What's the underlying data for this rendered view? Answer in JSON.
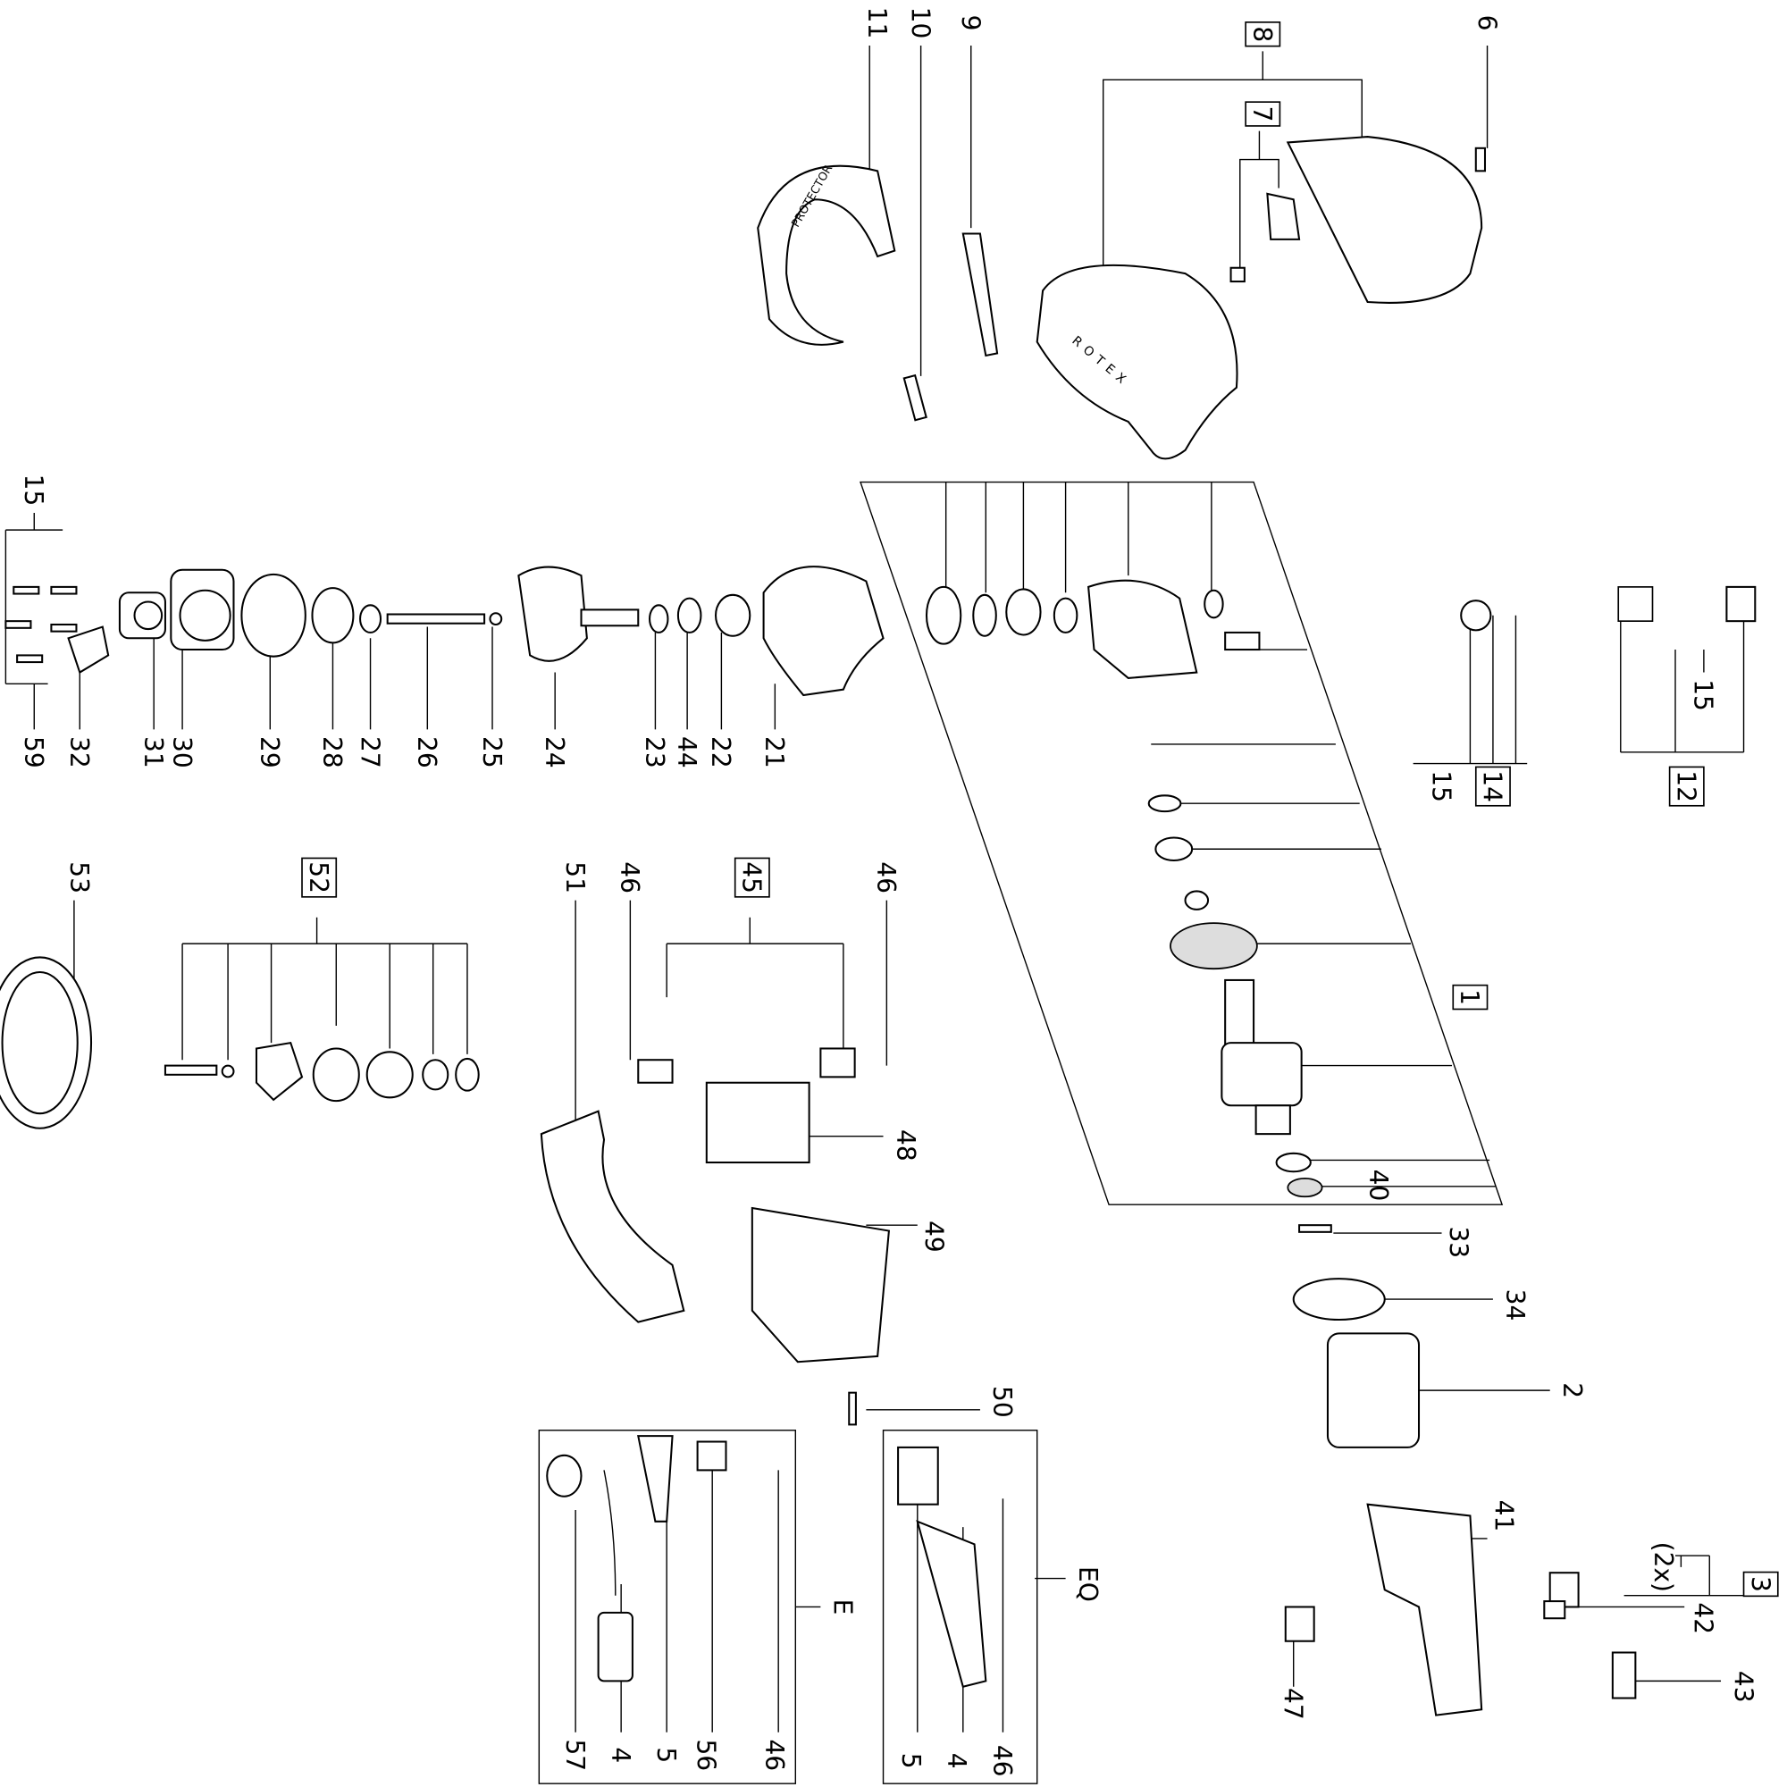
{
  "diagram": {
    "title": "Exploded parts diagram",
    "product_markings": [
      "ROTEX",
      "PROTECTOR"
    ],
    "labels": [
      {
        "text": "11",
        "boxed": false
      },
      {
        "text": "10",
        "boxed": false
      },
      {
        "text": "9",
        "boxed": false
      },
      {
        "text": "8",
        "boxed": true
      },
      {
        "text": "6",
        "boxed": false
      },
      {
        "text": "7",
        "boxed": true
      },
      {
        "text": "15",
        "boxed": false
      },
      {
        "text": "59",
        "boxed": false
      },
      {
        "text": "32",
        "boxed": false
      },
      {
        "text": "31",
        "boxed": false
      },
      {
        "text": "30",
        "boxed": false
      },
      {
        "text": "29",
        "boxed": false
      },
      {
        "text": "28",
        "boxed": false
      },
      {
        "text": "27",
        "boxed": false
      },
      {
        "text": "26",
        "boxed": false
      },
      {
        "text": "25",
        "boxed": false
      },
      {
        "text": "24",
        "boxed": false
      },
      {
        "text": "23",
        "boxed": false
      },
      {
        "text": "44",
        "boxed": false
      },
      {
        "text": "22",
        "boxed": false
      },
      {
        "text": "21",
        "boxed": false
      },
      {
        "text": "15",
        "boxed": false
      },
      {
        "text": "14",
        "boxed": true
      },
      {
        "text": "12",
        "boxed": true
      },
      {
        "text": "15",
        "boxed": false
      },
      {
        "text": "53",
        "boxed": false
      },
      {
        "text": "52",
        "boxed": true
      },
      {
        "text": "51",
        "boxed": false
      },
      {
        "text": "46",
        "boxed": false
      },
      {
        "text": "45",
        "boxed": true
      },
      {
        "text": "46",
        "boxed": false
      },
      {
        "text": "1",
        "boxed": true
      },
      {
        "text": "48",
        "boxed": false
      },
      {
        "text": "40",
        "boxed": false
      },
      {
        "text": "49",
        "boxed": false
      },
      {
        "text": "33",
        "boxed": false
      },
      {
        "text": "34",
        "boxed": false
      },
      {
        "text": "2",
        "boxed": false
      },
      {
        "text": "50",
        "boxed": false
      },
      {
        "text": "EQ",
        "boxed": false
      },
      {
        "text": "E",
        "boxed": false
      },
      {
        "text": "41",
        "boxed": false
      },
      {
        "text": "(2x)",
        "boxed": false
      },
      {
        "text": "3",
        "boxed": true
      },
      {
        "text": "42",
        "boxed": false
      },
      {
        "text": "43",
        "boxed": false
      },
      {
        "text": "47",
        "boxed": false
      },
      {
        "text": "57",
        "boxed": false
      },
      {
        "text": "4",
        "boxed": false
      },
      {
        "text": "5",
        "boxed": false
      },
      {
        "text": "56",
        "boxed": false
      },
      {
        "text": "46",
        "boxed": false
      },
      {
        "text": "5",
        "boxed": false
      },
      {
        "text": "4",
        "boxed": false
      },
      {
        "text": "46",
        "boxed": false
      }
    ]
  }
}
